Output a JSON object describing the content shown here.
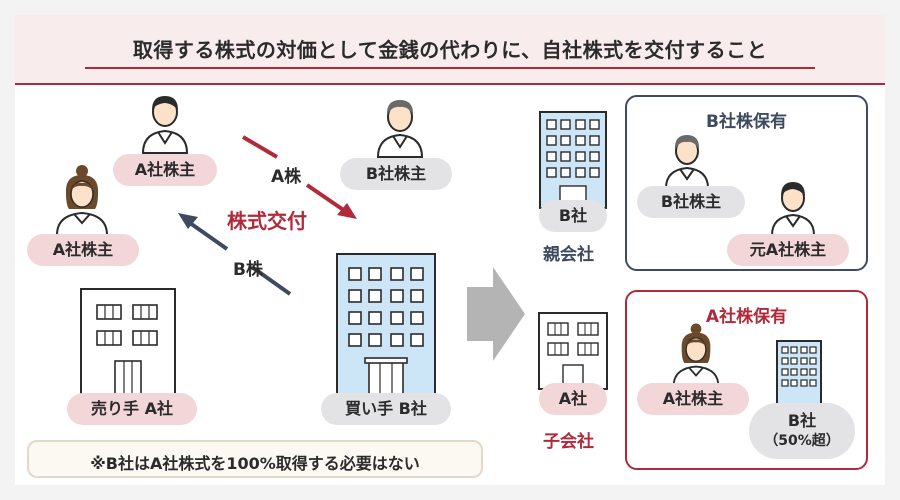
{
  "title": "取得する株式の対価として金銭の代わりに、自社株式を交付すること",
  "left": {
    "a_shareholder_top": "A社株主",
    "a_shareholder_left": "A社株主",
    "b_shareholder": "B社株主",
    "a_share_arrow_label": "A株",
    "b_share_arrow_label": "B株",
    "exchange_label": "株式交付",
    "seller": "売り手 A社",
    "buyer": "買い手 B社",
    "note": "※B社はA社株式を100%取得する必要はない"
  },
  "right": {
    "parent_badge": "B社",
    "parent_caption": "親会社",
    "child_badge": "A社",
    "child_caption": "子会社",
    "b_holding": {
      "title": "B社株保有",
      "b_shareholder": "B社株主",
      "former_a_shareholder": "元A社株主"
    },
    "a_holding": {
      "title": "A社株保有",
      "a_shareholder": "A社株主",
      "b_company": "B社",
      "b_company_pct": "（50%超）"
    }
  },
  "colors": {
    "accent_red": "#b02a3a",
    "navy": "#3d4a5f",
    "pink_pill": "#f3d7d8",
    "gray_pill": "#e3e3e6",
    "building_blue": "#cde6f7"
  }
}
